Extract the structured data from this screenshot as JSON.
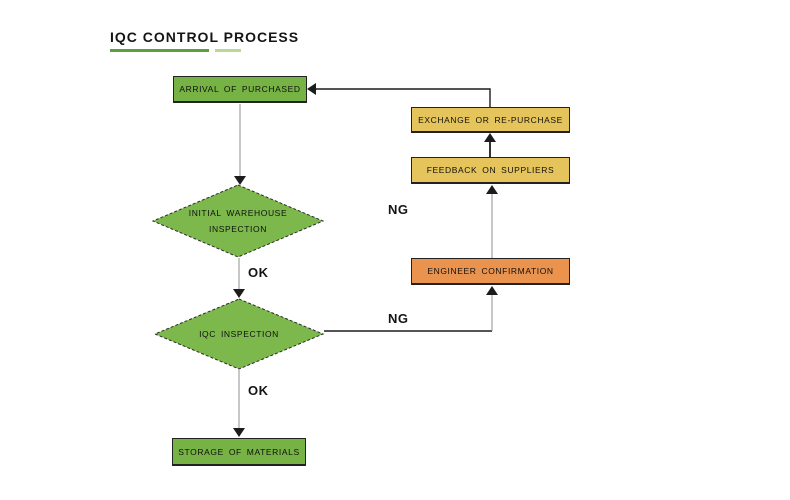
{
  "title": "IQC CONTROL PROCESS",
  "nodes": {
    "arrival": {
      "label": "ARRIVAL OF PURCHASED",
      "type": "process",
      "fill": "green"
    },
    "exchange": {
      "label": "EXCHANGE OR RE-PURCHASE",
      "type": "process",
      "fill": "yellow"
    },
    "feedback": {
      "label": "FEEDBACK ON SUPPLIERS",
      "type": "process",
      "fill": "yellow"
    },
    "initial_inspection": {
      "label_line1": "INITIAL WAREHOUSE",
      "label_line2": "INSPECTION",
      "type": "decision",
      "fill": "green"
    },
    "engineer": {
      "label": "ENGINEER CONFIRMATION",
      "type": "process",
      "fill": "orange"
    },
    "iqc_inspection": {
      "label": "IQC INSPECTION",
      "type": "decision",
      "fill": "green"
    },
    "storage": {
      "label": "STORAGE OF MATERIALS",
      "type": "process",
      "fill": "green"
    }
  },
  "edge_labels": {
    "ng_initial": "NG",
    "ok_initial": "OK",
    "ng_iqc": "NG",
    "ok_iqc": "OK"
  },
  "edges": [
    {
      "from": "arrival",
      "to": "initial_inspection",
      "label": ""
    },
    {
      "from": "initial_inspection",
      "to": "iqc_inspection",
      "label": "OK"
    },
    {
      "from": "initial_inspection",
      "to": "feedback",
      "label": "NG"
    },
    {
      "from": "iqc_inspection",
      "to": "storage",
      "label": "OK"
    },
    {
      "from": "iqc_inspection",
      "to": "engineer",
      "label": "NG"
    },
    {
      "from": "engineer",
      "to": "feedback",
      "label": ""
    },
    {
      "from": "feedback",
      "to": "exchange",
      "label": ""
    },
    {
      "from": "exchange",
      "to": "arrival",
      "label": ""
    }
  ],
  "colors": {
    "process_green": "#76b244",
    "decision_green": "#7cb84c",
    "warning_yellow": "#e6c45c",
    "alert_orange": "#e9934f",
    "underline_dark": "#5f9e3e",
    "underline_light": "#b9d98f"
  }
}
